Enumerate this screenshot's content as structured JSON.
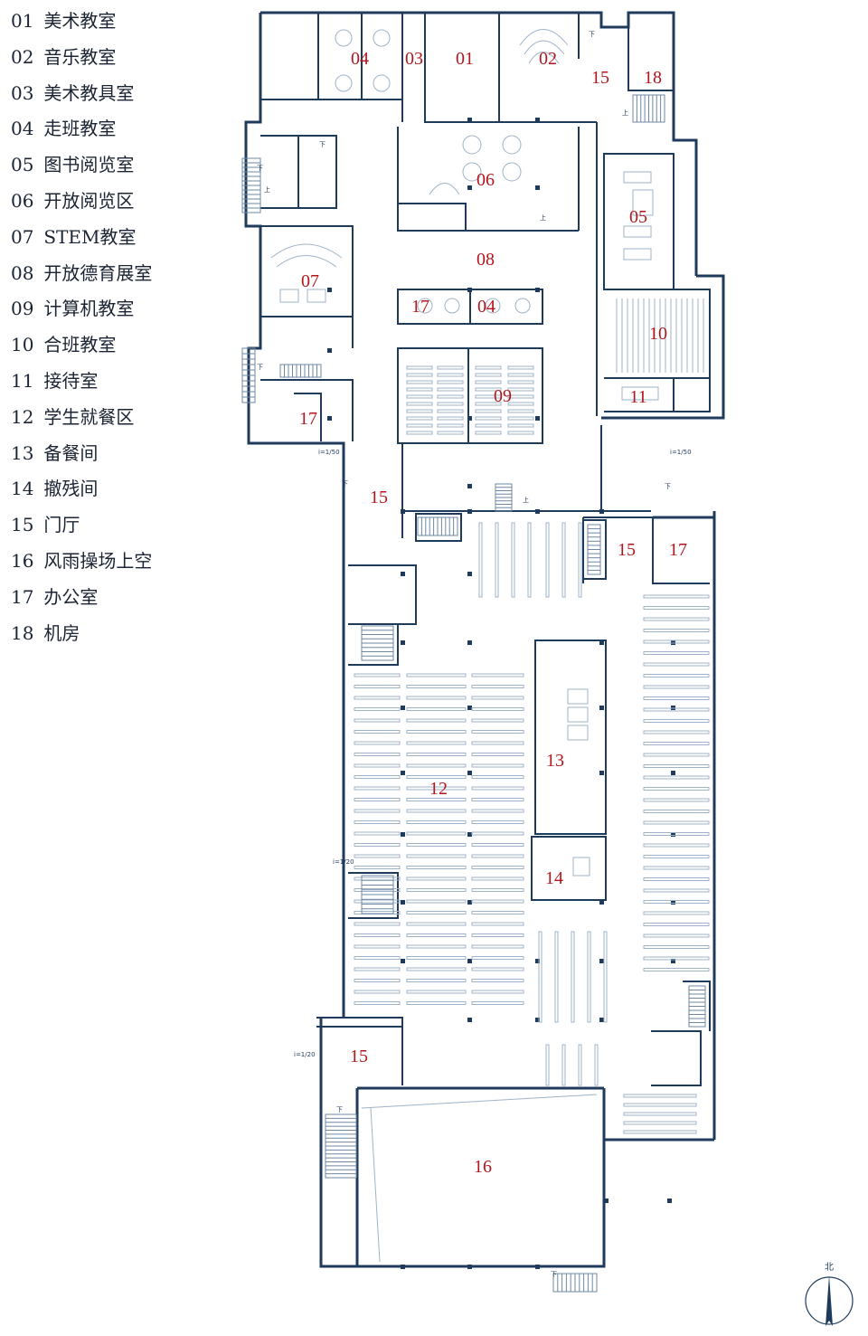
{
  "legend": [
    {
      "num": "01",
      "name": "美术教室"
    },
    {
      "num": "02",
      "name": "音乐教室"
    },
    {
      "num": "03",
      "name": "美术教具室"
    },
    {
      "num": "04",
      "name": "走班教室"
    },
    {
      "num": "05",
      "name": "图书阅览室"
    },
    {
      "num": "06",
      "name": "开放阅览区"
    },
    {
      "num": "07",
      "name": "STEM教室"
    },
    {
      "num": "08",
      "name": "开放德育展室"
    },
    {
      "num": "09",
      "name": "计算机教室"
    },
    {
      "num": "10",
      "name": "合班教室"
    },
    {
      "num": "11",
      "name": "接待室"
    },
    {
      "num": "12",
      "name": "学生就餐区"
    },
    {
      "num": "13",
      "name": "备餐间"
    },
    {
      "num": "14",
      "name": "撤残间"
    },
    {
      "num": "15",
      "name": "门厅"
    },
    {
      "num": "16",
      "name": "风雨操场上空"
    },
    {
      "num": "17",
      "name": "办公室"
    },
    {
      "num": "18",
      "name": "机房"
    }
  ],
  "room_labels": {
    "r04a": "04",
    "r03": "03",
    "r01": "01",
    "r02": "02",
    "r15a": "15",
    "r18": "18",
    "r06": "06",
    "r05": "05",
    "r07": "07",
    "r08": "08",
    "r17a": "17",
    "r04b": "04",
    "r10": "10",
    "r09": "09",
    "r11": "11",
    "r17b": "17",
    "r15b": "15",
    "r15c": "15",
    "r17c": "17",
    "r13": "13",
    "r12": "12",
    "r14": "14",
    "r15d": "15",
    "r16": "16"
  },
  "stair_marks": {
    "down": "下",
    "up": "上"
  },
  "slope_marks": [
    "i=1/50",
    "i=1/50",
    "i=1/20",
    "i=1/20"
  ],
  "north_label": "北",
  "colors": {
    "walls": "#1f3b5c",
    "room_labels": "#b3161c",
    "legend_text": "#1b2433"
  }
}
